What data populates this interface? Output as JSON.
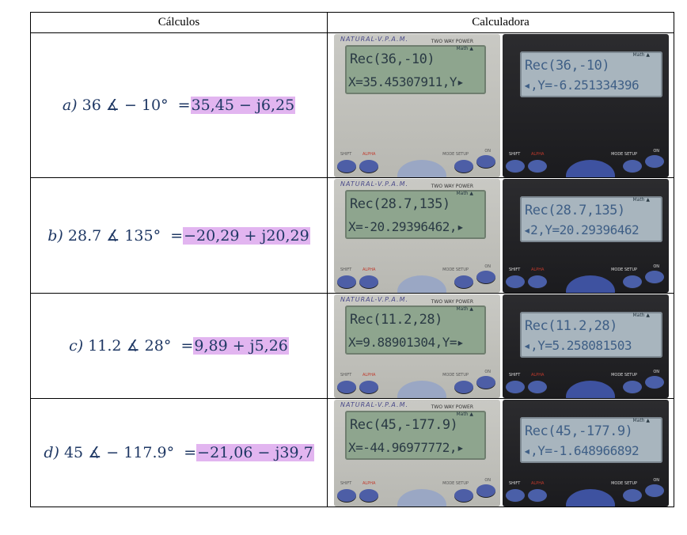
{
  "headers": {
    "col1": "Cálculos",
    "col2": "Calculadora"
  },
  "rows": [
    {
      "letter": "a)",
      "magnitude": "36",
      "angle": "− 10°",
      "equals": "=",
      "result": "35,45 − j6,25",
      "screen_left": {
        "line1": "Rec(36,-10)",
        "line2": "X=35.45307911,Y▸"
      },
      "screen_right": {
        "line1": "Rec(36,-10)",
        "line2": "◂,Y=-6.251334396"
      }
    },
    {
      "letter": "b)",
      "magnitude": "28.7",
      "angle": "135°",
      "equals": "=",
      "result": "−20,29 + j20,29",
      "screen_left": {
        "line1": "Rec(28.7,135)",
        "line2": "X=-20.29396462,▸"
      },
      "screen_right": {
        "line1": "Rec(28.7,135)",
        "line2": "◂2,Y=20.29396462"
      }
    },
    {
      "letter": "c)",
      "magnitude": "11.2",
      "angle": "28°",
      "equals": "=",
      "result": "9,89 + j5,26",
      "screen_left": {
        "line1": "Rec(11.2,28)",
        "line2": "X=9.88901304,Y=▸"
      },
      "screen_right": {
        "line1": "Rec(11.2,28)",
        "line2": "◂,Y=5.258081503"
      }
    },
    {
      "letter": "d)",
      "magnitude": "45",
      "angle": "− 117.9°",
      "equals": "=",
      "result": "−21,06 − j39,7",
      "screen_left": {
        "line1": "Rec(45,-177.9)",
        "line2": "X=-44.96977772,▸"
      },
      "screen_right": {
        "line1": "Rec(45,-177.9)",
        "line2": "◂,Y=-1.648966892"
      }
    }
  ],
  "calculator": {
    "brand": "NATURAL-V.P.A.M.",
    "power": "TWO WAY POWER",
    "deg_indicator": "Math ▲",
    "key_shift": "SHIFT",
    "key_alpha": "ALPHA",
    "key_mode": "MODE SETUP",
    "key_on": "ON"
  },
  "colors": {
    "result_highlight": "#e2b5f0",
    "math_text": "#1f3864"
  }
}
